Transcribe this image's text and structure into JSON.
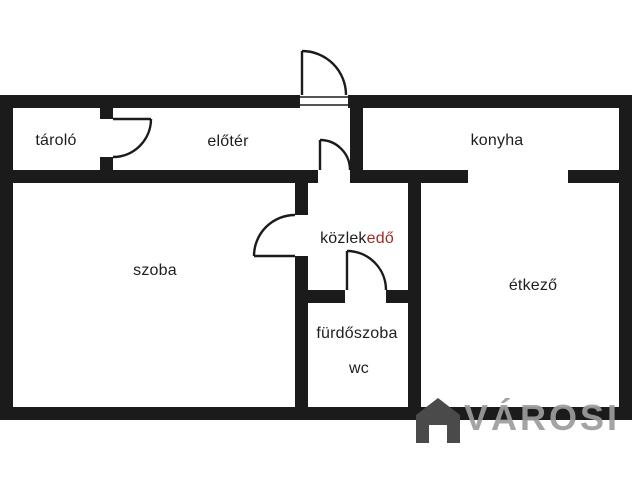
{
  "floorplan": {
    "wall_color": "#1b1b1b",
    "label_color": "#1e1e1e",
    "rooms": {
      "tarolo": {
        "label": "tároló"
      },
      "eloter": {
        "label": "előtér"
      },
      "konyha": {
        "label": "konyha"
      },
      "szoba": {
        "label": "szoba"
      },
      "kozlekedo": {
        "label_main": "közlek",
        "label_accent": "edő",
        "accent_color": "#9e2b25"
      },
      "etkezo": {
        "label": "étkező"
      },
      "furdoszoba": {
        "label": "fürdőszoba",
        "sublabel": "wc"
      }
    }
  },
  "watermark": {
    "text": "VÁROSI",
    "text_color": "#9d9d9d",
    "icon": "house-icon",
    "icon_color": "#4a4a4a"
  }
}
